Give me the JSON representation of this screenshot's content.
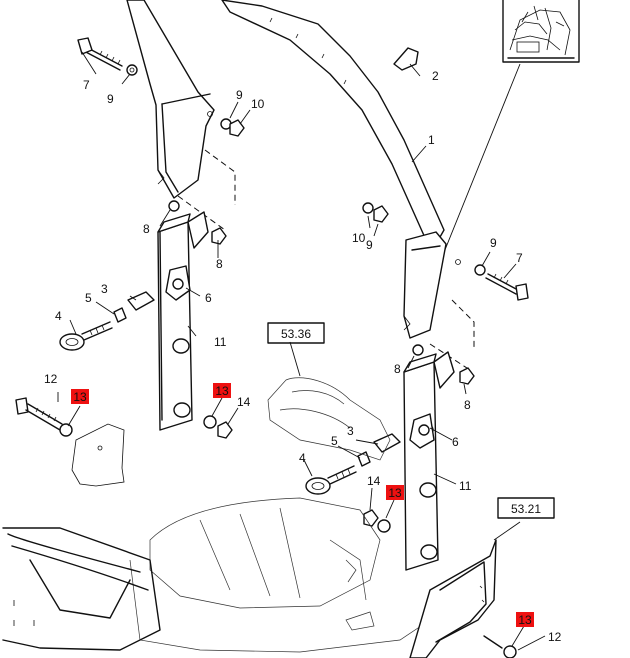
{
  "callouts": [
    {
      "text": "1",
      "highlight": false
    },
    {
      "text": "2",
      "highlight": false
    },
    {
      "text": "3",
      "highlight": false
    },
    {
      "text": "4",
      "highlight": false
    },
    {
      "text": "5",
      "highlight": false
    },
    {
      "text": "6",
      "highlight": false
    },
    {
      "text": "7",
      "highlight": false
    },
    {
      "text": "8",
      "highlight": false
    },
    {
      "text": "8",
      "highlight": false
    },
    {
      "text": "9",
      "highlight": false
    },
    {
      "text": "9",
      "highlight": false
    },
    {
      "text": "10",
      "highlight": false
    },
    {
      "text": "11",
      "highlight": false
    },
    {
      "text": "12",
      "highlight": false
    },
    {
      "text": "13",
      "highlight": true
    },
    {
      "text": "13",
      "highlight": true
    },
    {
      "text": "14",
      "highlight": false
    },
    {
      "text": "10",
      "highlight": false
    },
    {
      "text": "9",
      "highlight": false
    },
    {
      "text": "9",
      "highlight": false
    },
    {
      "text": "7",
      "highlight": false
    },
    {
      "text": "8",
      "highlight": false
    },
    {
      "text": "8",
      "highlight": false
    },
    {
      "text": "3",
      "highlight": false
    },
    {
      "text": "5",
      "highlight": false
    },
    {
      "text": "4",
      "highlight": false
    },
    {
      "text": "6",
      "highlight": false
    },
    {
      "text": "11",
      "highlight": false
    },
    {
      "text": "14",
      "highlight": false
    },
    {
      "text": "13",
      "highlight": true
    },
    {
      "text": "13",
      "highlight": true
    },
    {
      "text": "12",
      "highlight": false
    }
  ],
  "references": [
    "53.36",
    "53.21"
  ],
  "colors": {
    "highlight": "#ee1111",
    "line": "#111111",
    "background": "#ffffff"
  }
}
